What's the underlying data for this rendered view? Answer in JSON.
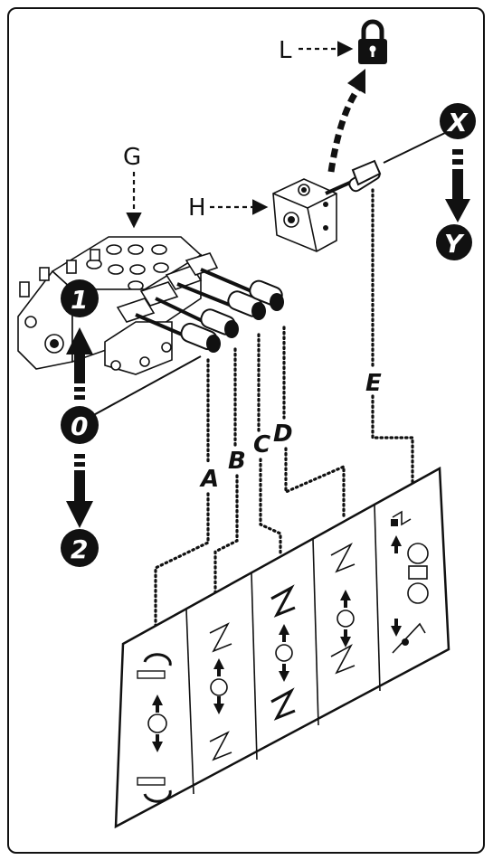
{
  "labels": {
    "G": "G",
    "H": "H",
    "L": "L",
    "A": "A",
    "B": "B",
    "C": "C",
    "D": "D",
    "E": "E"
  },
  "positions": {
    "one": "1",
    "zero": "0",
    "two": "2",
    "x": "X",
    "y": "Y"
  },
  "icons": {
    "lock": "lock-icon",
    "arrow_up": "arrow-up-icon",
    "arrow_down": "arrow-down-icon"
  },
  "colors": {
    "ink": "#111111",
    "paper": "#ffffff",
    "decal": "#ffffff"
  }
}
